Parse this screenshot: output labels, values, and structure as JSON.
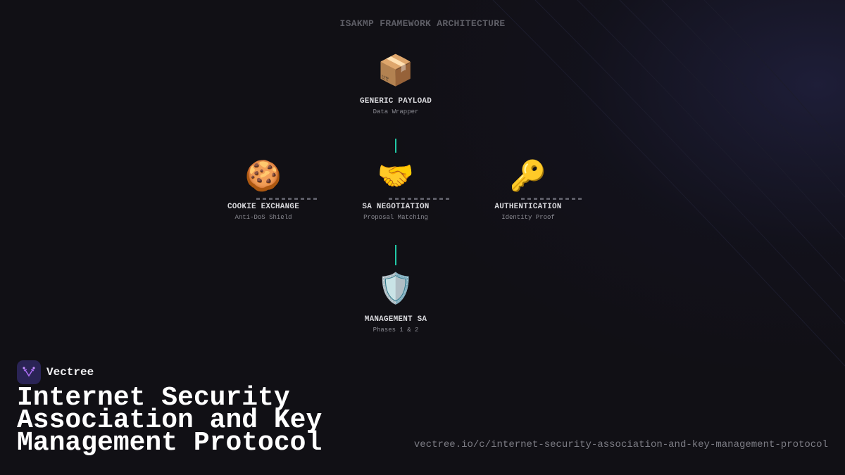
{
  "diagram": {
    "title": "ISAKMP FRAMEWORK ARCHITECTURE",
    "nodes": {
      "generic_payload": {
        "icon": "package-icon",
        "glyph": "📦",
        "label": "GENERIC PAYLOAD",
        "sub": "Data Wrapper"
      },
      "cookie_exchange": {
        "icon": "cookie-icon",
        "glyph": "🍪",
        "label": "COOKIE EXCHANGE",
        "sub": "Anti-DoS Shield"
      },
      "sa_negotiation": {
        "icon": "handshake-icon",
        "glyph": "🤝",
        "label": "SA NEGOTIATION",
        "sub": "Proposal Matching"
      },
      "authentication": {
        "icon": "key-icon",
        "glyph": "🔑",
        "label": "AUTHENTICATION",
        "sub": "Identity Proof"
      },
      "management_sa": {
        "icon": "shield-icon",
        "glyph": "🛡️",
        "label": "MANAGEMENT SA",
        "sub": "Phases 1 & 2"
      }
    },
    "colors": {
      "connector": "#22c9a6",
      "dashes": "#5c5c66"
    }
  },
  "brand": {
    "name": "Vectree",
    "icon": "vectree-logo-icon",
    "logo_bg": "#2a2455"
  },
  "page": {
    "title": "Internet Security Association and Key Management Protocol",
    "url": "vectree.io/c/internet-security-association-and-key-management-protocol"
  }
}
